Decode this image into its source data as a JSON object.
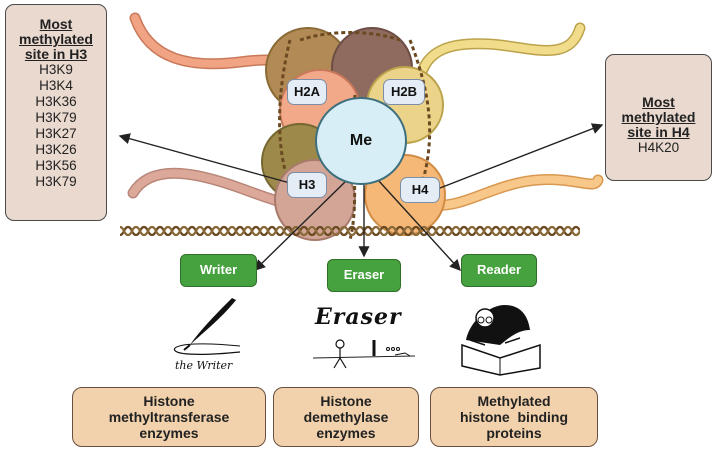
{
  "h3_box": {
    "title_lines": [
      "Most",
      "methylated",
      "site in H3"
    ],
    "sites": [
      "H3K9",
      "H3K4",
      "H3K36",
      "H3K79",
      "H3K27",
      "H3K26",
      "H3K56",
      "H3K79"
    ]
  },
  "h4_box": {
    "title_lines": [
      "Most",
      "methylated",
      "site in H4"
    ],
    "sites": [
      "H4K20"
    ]
  },
  "nucleosome": {
    "center_label": "Me",
    "histones": [
      "H2A",
      "H2B",
      "H3",
      "H4"
    ]
  },
  "roles": [
    {
      "label": "Writer",
      "illustration": "quill-pen-icon",
      "caption": "the Writer",
      "enzyme_lines": [
        "Histone",
        "methyltransferase",
        "enzymes"
      ]
    },
    {
      "label": "Eraser",
      "illustration": "eraser-stickfigure-icon",
      "caption": "Eraser",
      "enzyme_lines": [
        "Histone",
        "demethylase",
        "enzymes"
      ]
    },
    {
      "label": "Reader",
      "illustration": "reader-with-book-icon",
      "caption": "",
      "enzyme_lines": [
        "Methylated",
        "histone  binding",
        "proteins"
      ]
    }
  ],
  "colors": {
    "green_button": "#46a23f",
    "info_box": "#e9d9cf",
    "enzyme_box": "#f2d2ac",
    "me_circle": "#d7eef6",
    "histone_label": "#e4ecf5"
  }
}
